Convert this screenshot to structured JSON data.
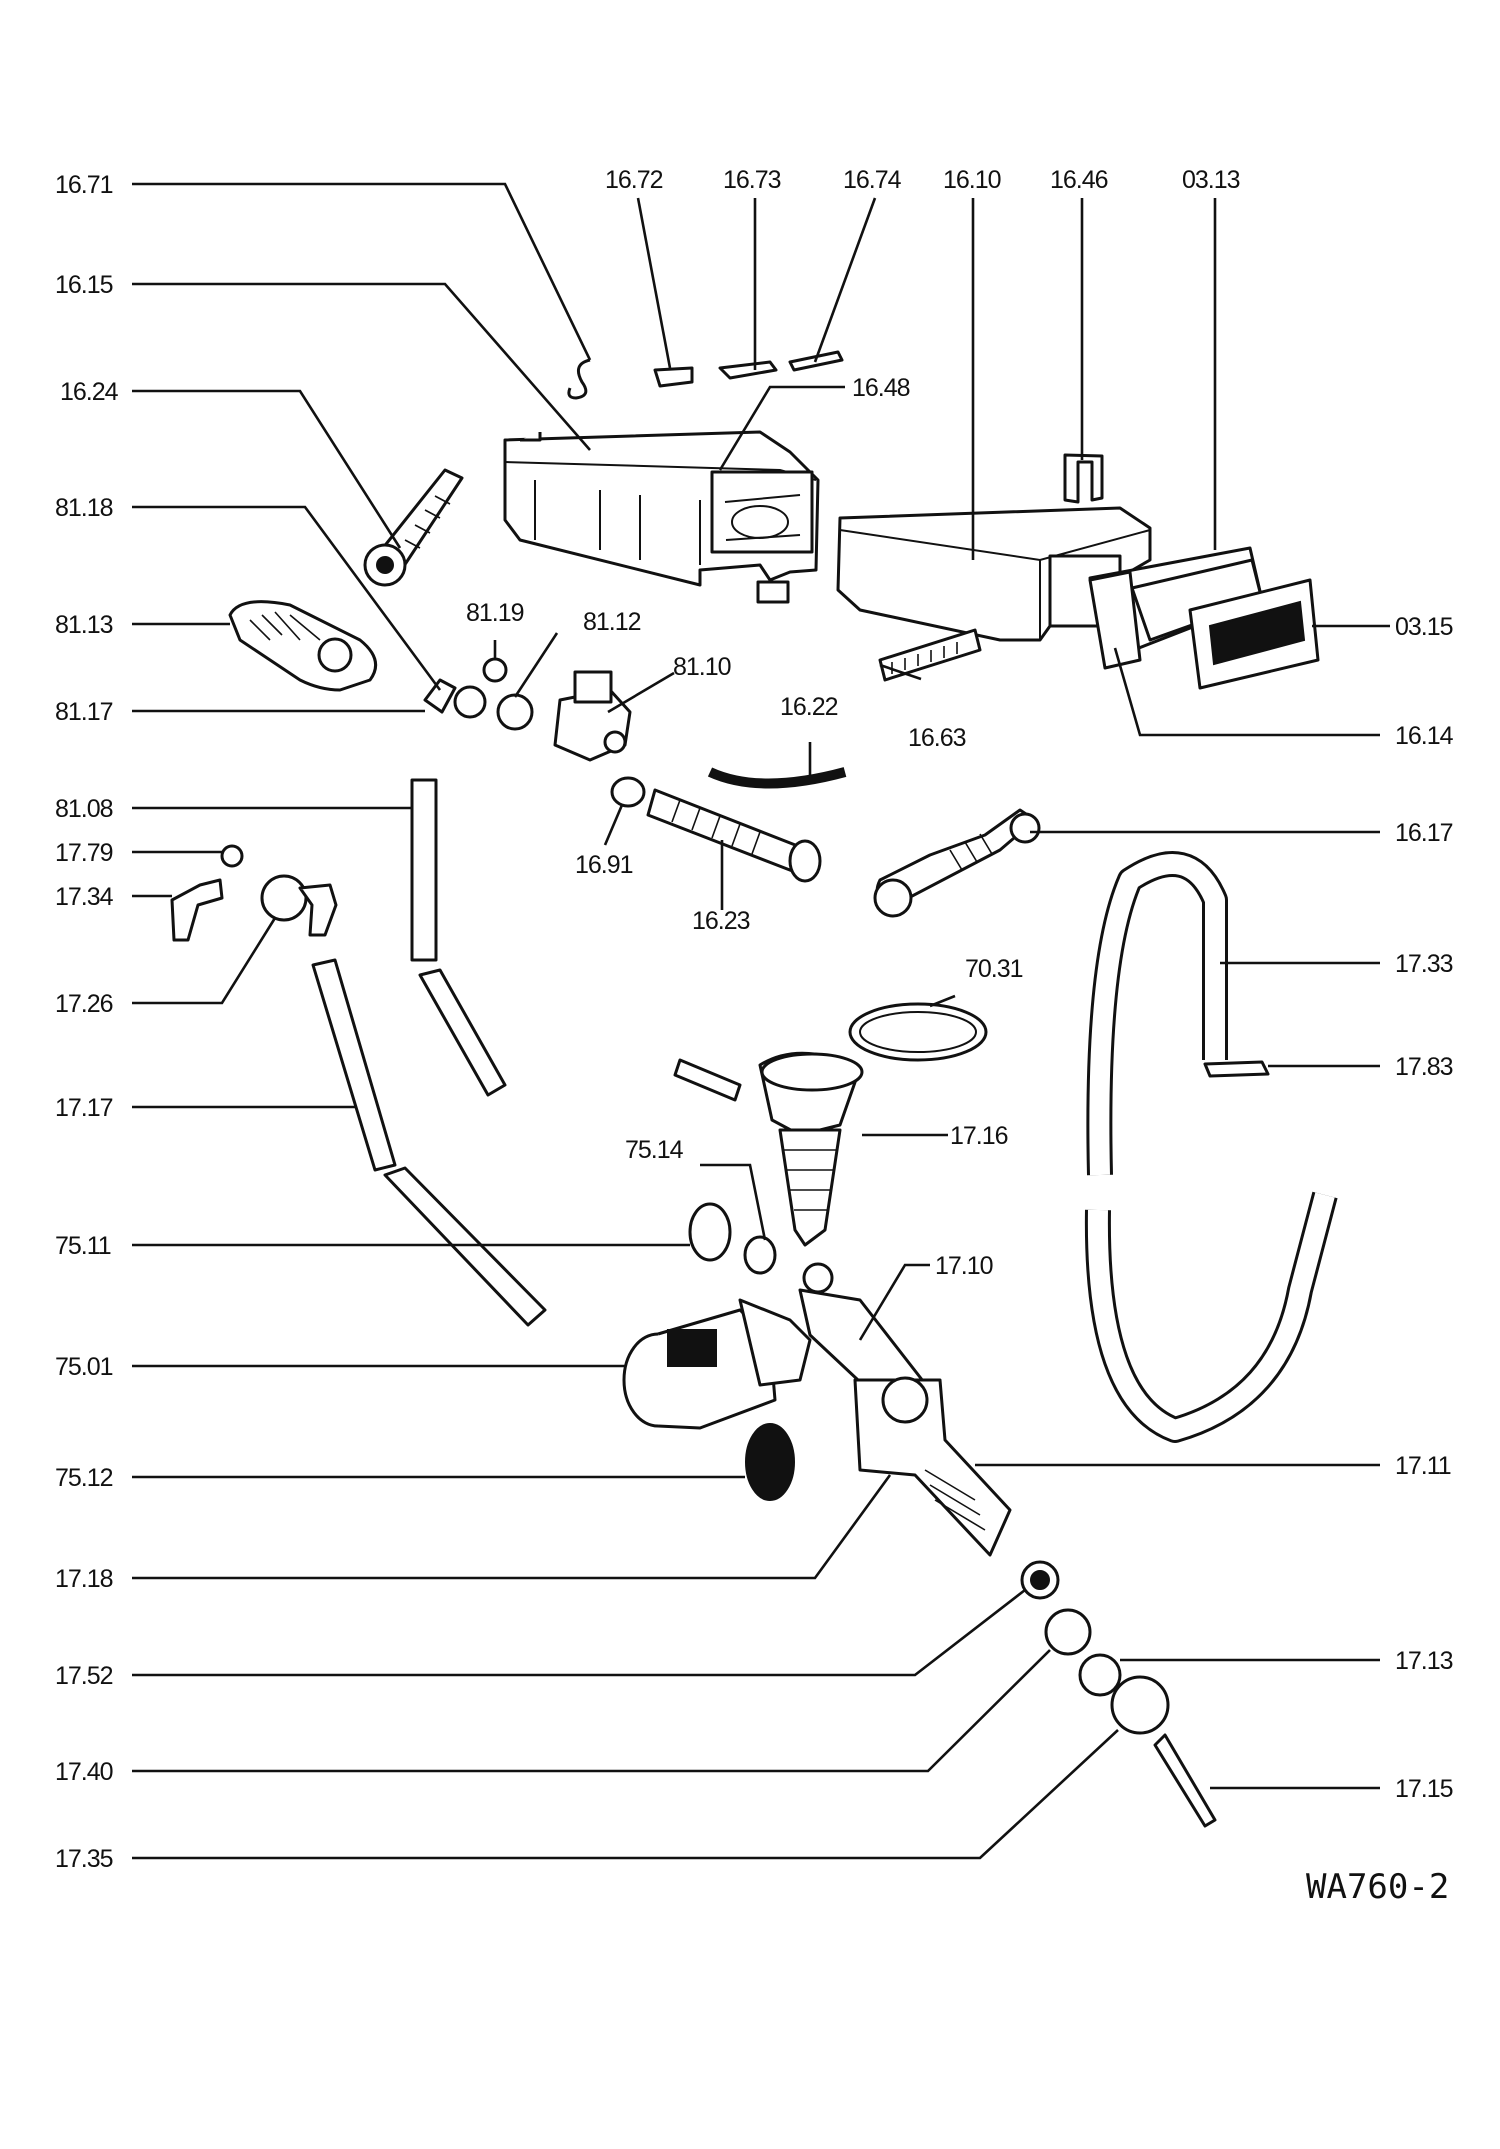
{
  "diagram_code": "WA760-2",
  "labels": {
    "p1671": "16.71",
    "p1615": "16.15",
    "p1624": "16.24",
    "p8118": "81.18",
    "p8113": "81.13",
    "p8117": "81.17",
    "p8108": "81.08",
    "p1779": "17.79",
    "p1734": "17.34",
    "p1726": "17.26",
    "p1717": "17.17",
    "p7511": "75.11",
    "p7501": "75.01",
    "p7512": "75.12",
    "p1718": "17.18",
    "p1752": "17.52",
    "p1740": "17.40",
    "p1735": "17.35",
    "p1672": "16.72",
    "p1673": "16.73",
    "p1674": "16.74",
    "p1610": "16.10",
    "p1646": "16.46",
    "p0313": "03.13",
    "p1648": "16.48",
    "p8119": "81.19",
    "p8112": "81.12",
    "p8110": "81.10",
    "p1622": "16.22",
    "p1663": "16.63",
    "p1691": "16.91",
    "p1623": "16.23",
    "p7031": "70.31",
    "p7514": "75.14",
    "p1716": "17.16",
    "p1710": "17.10",
    "p0315": "03.15",
    "p1614": "16.14",
    "p1617": "16.17",
    "p1733": "17.33",
    "p1783": "17.83",
    "p1711": "17.11",
    "p1713": "17.13",
    "p1715": "17.15"
  }
}
